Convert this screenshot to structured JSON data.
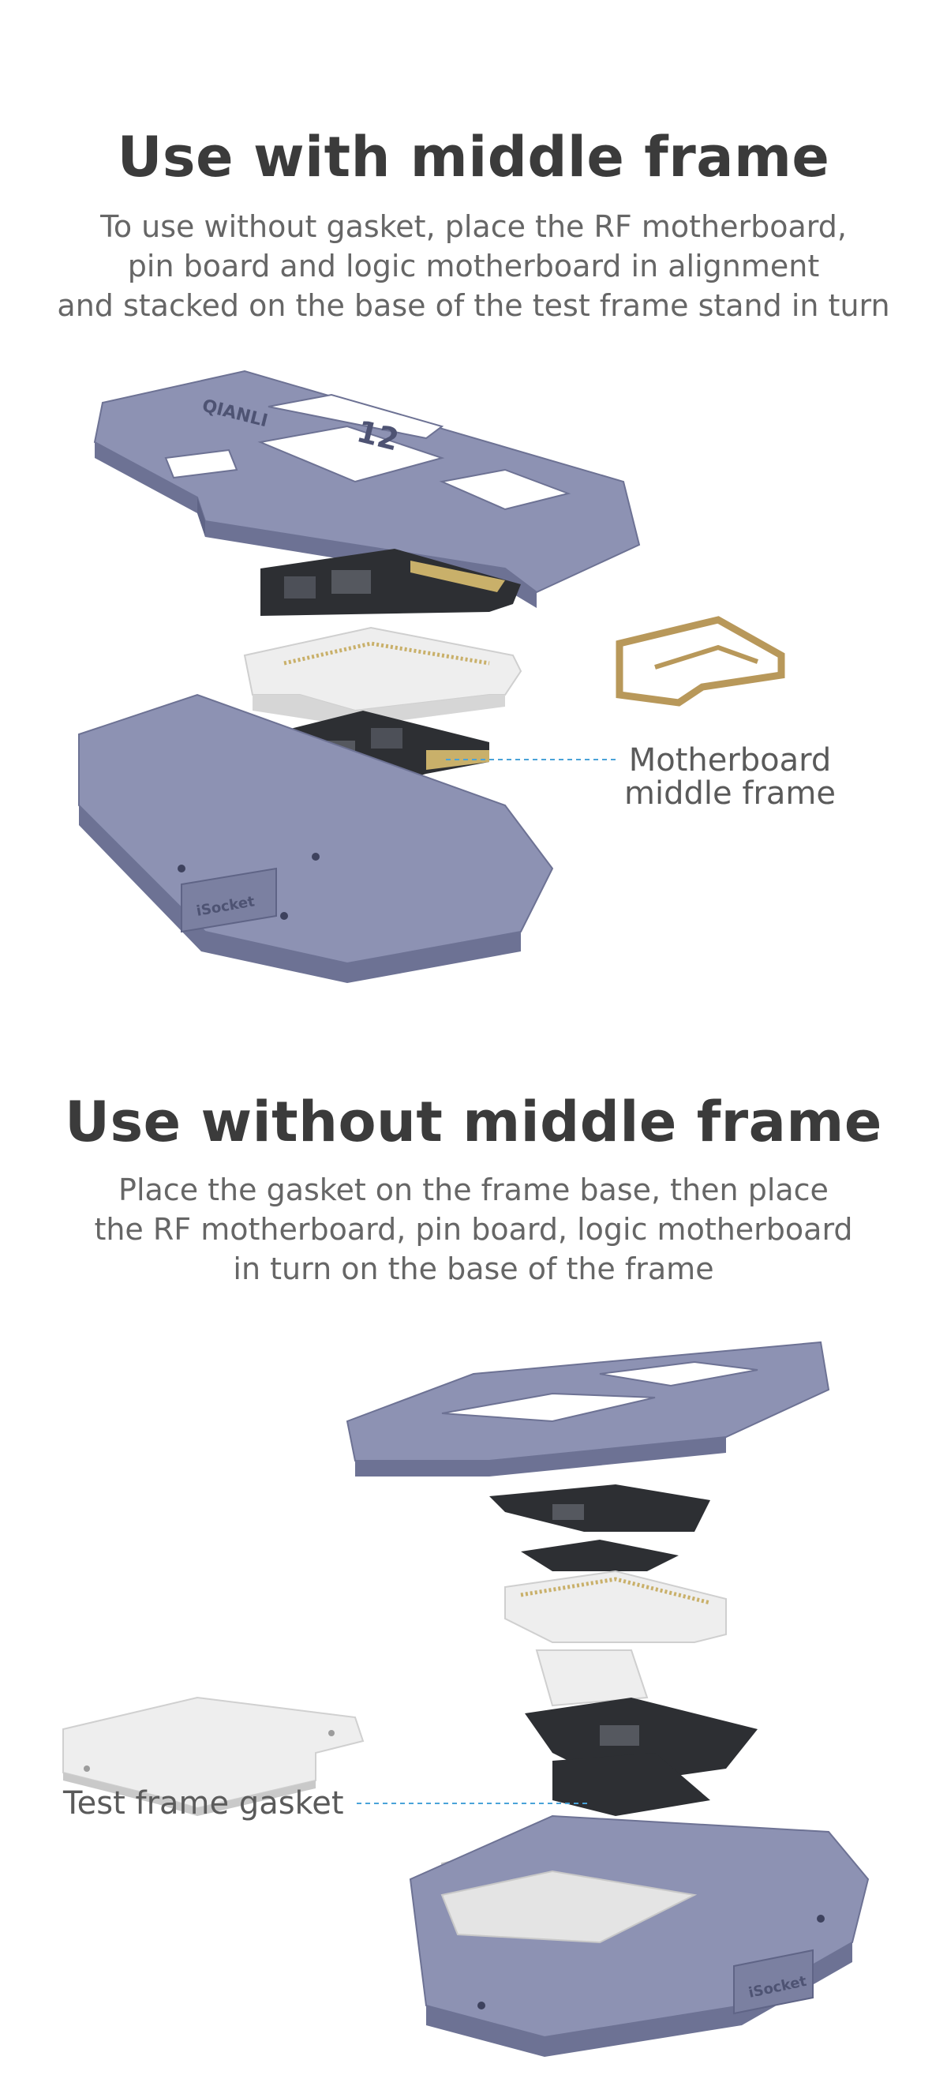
{
  "sections": [
    {
      "title": "Use with middle frame",
      "description": [
        "To use without gasket, place the RF motherboard,",
        "pin board and logic motherboard in alignment",
        "and stacked on the base of the test frame stand in turn"
      ],
      "callout": [
        "Motherboard",
        "middle frame"
      ],
      "engravings": {
        "brand": "QIANLI",
        "model": "12",
        "base_brand": "iSocket"
      }
    },
    {
      "title": "Use without middle frame",
      "description": [
        "Place the gasket on the frame base, then place",
        "the RF motherboard, pin board, logic motherboard",
        "in turn on the base of the frame"
      ],
      "callout": [
        "Test frame gasket"
      ],
      "engravings": {
        "base_brand": "iSocket"
      }
    }
  ],
  "colors": {
    "metal": "#8a8fb0",
    "metal_dark": "#6d7294",
    "metal_light": "#a9adc8",
    "pcb": "#2d2f33",
    "gold": "#c9b06a",
    "insulator": "#eeeeee",
    "leader_line": "#4aa3d8"
  }
}
